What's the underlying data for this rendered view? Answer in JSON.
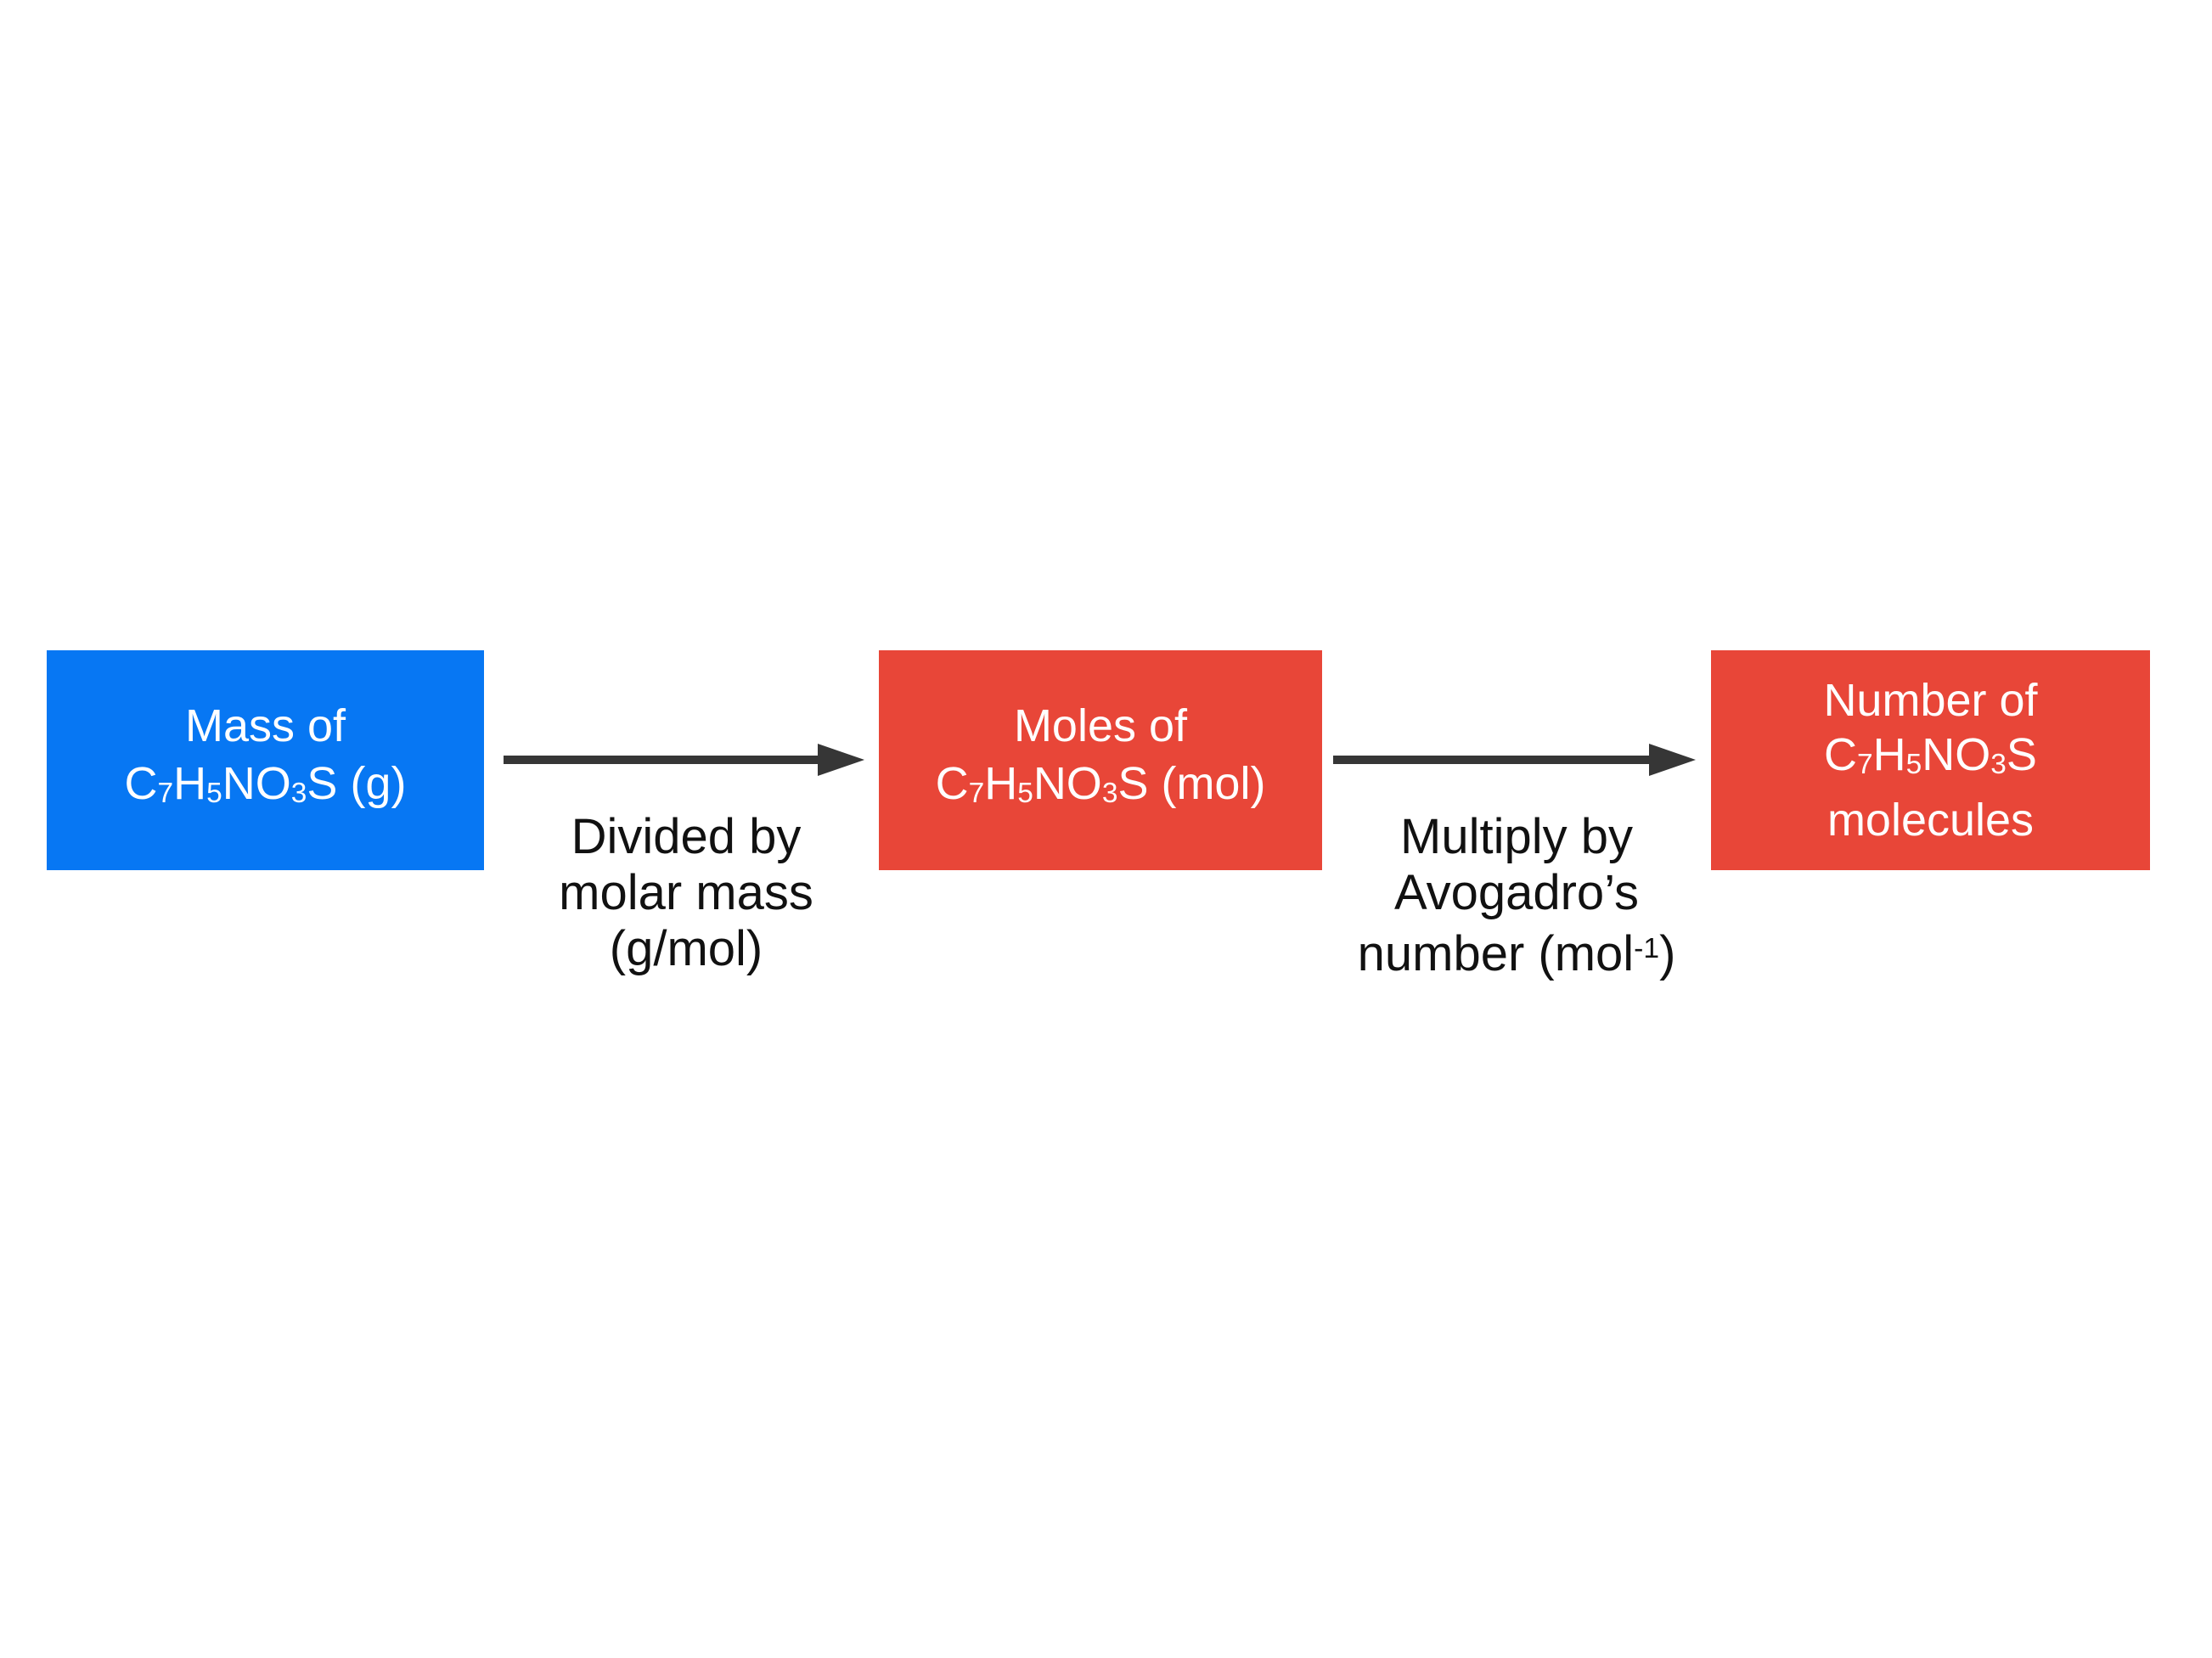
{
  "palette": {
    "background": "#ffffff",
    "blue_box": "#0777F3",
    "red_box": "#E84638",
    "box_text": "#ffffff",
    "arrow": "#363636",
    "label_text": "#111111"
  },
  "boxes": [
    {
      "id": "mass",
      "color": "blue",
      "lines": [
        {
          "segments": [
            {
              "text": "Mass of"
            }
          ]
        },
        {
          "segments": [
            {
              "text": "C"
            },
            {
              "text": "7",
              "style": "sub"
            },
            {
              "text": "H"
            },
            {
              "text": "5",
              "style": "sub"
            },
            {
              "text": "NO"
            },
            {
              "text": "3",
              "style": "sub"
            },
            {
              "text": "S (g)"
            }
          ]
        }
      ]
    },
    {
      "id": "moles",
      "color": "red",
      "lines": [
        {
          "segments": [
            {
              "text": "Moles of"
            }
          ]
        },
        {
          "segments": [
            {
              "text": "C"
            },
            {
              "text": "7",
              "style": "sub"
            },
            {
              "text": "H"
            },
            {
              "text": "5",
              "style": "sub"
            },
            {
              "text": "NO"
            },
            {
              "text": "3",
              "style": "sub"
            },
            {
              "text": "S (mol)"
            }
          ]
        }
      ]
    },
    {
      "id": "molecules",
      "color": "red",
      "lines": [
        {
          "segments": [
            {
              "text": "Number of"
            }
          ]
        },
        {
          "segments": [
            {
              "text": "C"
            },
            {
              "text": "7",
              "style": "sub"
            },
            {
              "text": "H"
            },
            {
              "text": "5",
              "style": "sub"
            },
            {
              "text": "NO"
            },
            {
              "text": "3",
              "style": "sub"
            },
            {
              "text": "S"
            }
          ]
        },
        {
          "segments": [
            {
              "text": "molecules"
            }
          ]
        }
      ]
    }
  ],
  "arrow_labels": [
    {
      "id": "divide",
      "lines": [
        {
          "segments": [
            {
              "text": "Divided by"
            }
          ]
        },
        {
          "segments": [
            {
              "text": "molar mass"
            }
          ]
        },
        {
          "segments": [
            {
              "text": "(g/mol)"
            }
          ]
        }
      ]
    },
    {
      "id": "multiply",
      "lines": [
        {
          "segments": [
            {
              "text": "Multiply by"
            }
          ]
        },
        {
          "segments": [
            {
              "text": "Avogadro’s"
            }
          ]
        },
        {
          "segments": [
            {
              "text": "number (mol"
            },
            {
              "text": "-1",
              "style": "sup"
            },
            {
              "text": ")"
            }
          ]
        }
      ]
    }
  ]
}
